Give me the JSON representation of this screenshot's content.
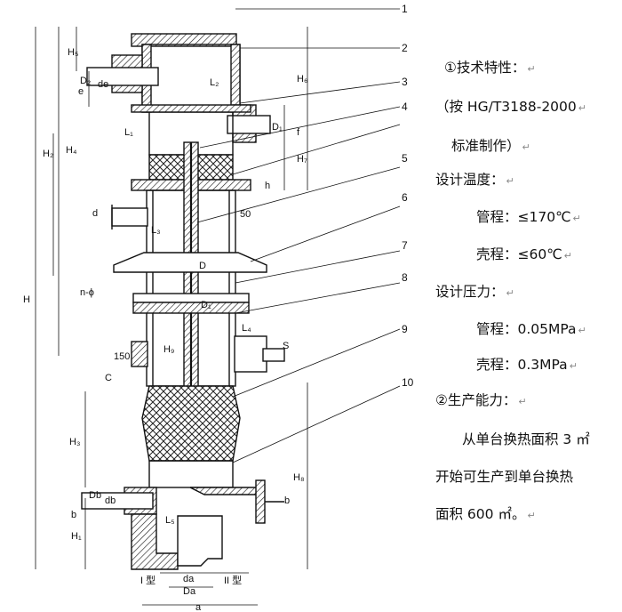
{
  "part_numbers": [
    "1",
    "2",
    "3",
    "4",
    "5",
    "6",
    "7",
    "8",
    "9",
    "10"
  ],
  "dimensions": {
    "H": "H",
    "H1": "H₁",
    "H2": "H₂",
    "H3": "H₃",
    "H4": "H₄",
    "H5": "H₅",
    "H6": "H₆",
    "H7": "H₇",
    "H8": "H₈",
    "H9": "H₉",
    "D": "D",
    "D1": "D₁",
    "D2": "D₂",
    "Db": "Db",
    "Da": "Da",
    "da": "da",
    "db": "db",
    "de": "de",
    "L1": "L₁",
    "L2": "L₂",
    "L3": "L₃",
    "L4": "L₄",
    "L5": "L₅",
    "a": "a",
    "b": "b",
    "c": "C",
    "d": "d",
    "e": "e",
    "f": "f",
    "h": "h",
    "S": "S",
    "n_phi": "n-ϕ",
    "dim_50": "50",
    "dim_150": "150",
    "type1": "I 型",
    "type2": "II 型"
  },
  "specs": {
    "heading": "①技术特性：",
    "standard_line1": "（按 HG/T3188-2000",
    "standard_line2": "标准制作）",
    "design_temp_label": "设计温度：",
    "temp_tube": "管程：≤170℃",
    "temp_shell": "壳程：≤60℃",
    "design_pressure_label": "设计压力：",
    "pressure_tube": "管程：0.05MPa",
    "pressure_shell": "壳程：0.3MPa",
    "capacity_heading": "②生产能力：",
    "capacity_line1": "从单台换热面积 3 ㎡",
    "capacity_line2": "开始可生产到单台换热",
    "capacity_line3": "面积 600 ㎡。"
  },
  "colors": {
    "ink": "#111111",
    "hatch": "#222222"
  }
}
